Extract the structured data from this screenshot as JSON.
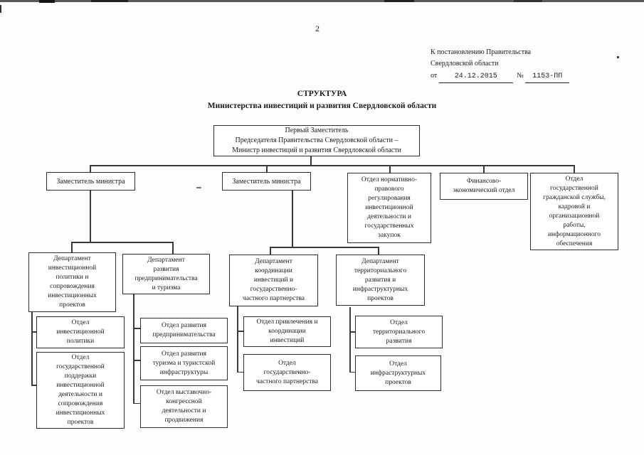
{
  "page": {
    "number": "2"
  },
  "reference": {
    "line1": "К постановлению Правительства",
    "line2": "Свердловской области",
    "prefix": "от",
    "date": "24.12.2015",
    "numero": "№",
    "number": "1153-ПП"
  },
  "title": {
    "line1": "СТРУКТУРА",
    "line2": "Министерства инвестиций и развития Свердловской области"
  },
  "colors": {
    "ink": "#1c1c1c",
    "line": "#3a3a3a",
    "paper": "#ffffff"
  },
  "nodes": {
    "root": {
      "label": "Первый Заместитель\nПредседателя Правительства Свердловской области –\nМинистр инвестиций и развития Свердловской области"
    },
    "deputy1": {
      "label": "Заместитель министра"
    },
    "deputy2": {
      "label": "Заместитель министра"
    },
    "dept_legal": {
      "label": "Отдел нормативно-\nправового\nрегулирования\nинвестиционной\nдеятельности и\nгосударственных\nзакупок"
    },
    "dept_finance": {
      "label": "Финансово-\nэкономический отдел"
    },
    "dept_civil": {
      "label": "Отдел\nгосударственной\nгражданской службы,\nкадровой и\nорганизационной\nработы,\nинформационного\nобеспечения"
    },
    "dep_invest": {
      "label": "Департамент\nинвестиционной\nполитики и\nсопровождения\nинвестиционных\nпроектов"
    },
    "dep_business": {
      "label": "Департамент\nразвития\nпредпринимательства\nи туризма"
    },
    "dep_coord": {
      "label": "Департамент\nкоординации\nинвестиций и\nгосударственно-\nчастного партнерства"
    },
    "dep_territory": {
      "label": "Департамент\nтерриториального\nразвития и\nинфраструктурных\nпроектов"
    },
    "o_invest_policy": {
      "label": "Отдел\nинвестиционной\nполитики"
    },
    "o_state_support": {
      "label": "Отдел\nгосударственной\nподдержки\nинвестиционной\nдеятельности и\nсопровождения\nинвестиционных\nпроектов"
    },
    "o_business_dev": {
      "label": "Отдел развития\nпредпринимательства"
    },
    "o_tourism": {
      "label": "Отдел развития\nтуризма и туристской\nинфраструктуры"
    },
    "o_expo": {
      "label": "Отдел выставочно-\nконгрессной\nдеятельности и\nпродвижения"
    },
    "o_attract": {
      "label": "Отдел привлечения и\nкоординации\nинвестиций"
    },
    "o_ppp": {
      "label": "Отдел\nгосударственно-\nчастного партнерства"
    },
    "o_terr_dev": {
      "label": "Отдел\nтерриториального\nразвития"
    },
    "o_infra": {
      "label": "Отдел\nинфраструктурных\nпроектов"
    }
  }
}
